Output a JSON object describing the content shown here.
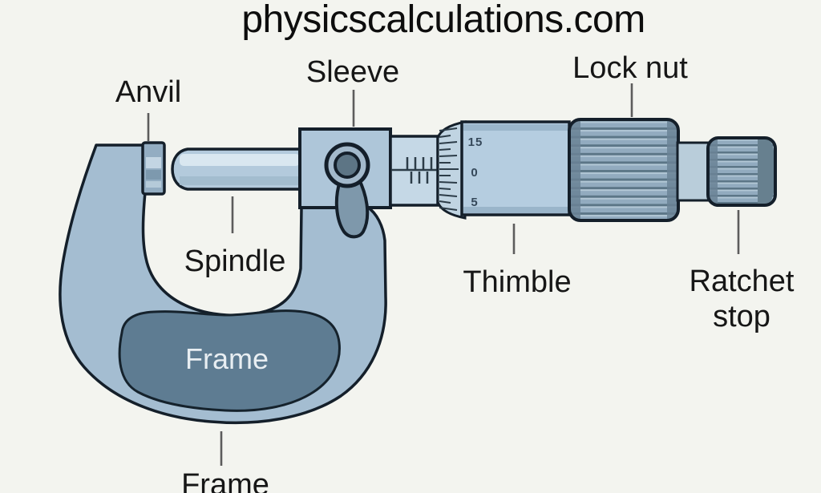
{
  "title": "physicscalculations.com",
  "diagram": {
    "subject": "micrometer screw gauge parts",
    "labels": {
      "anvil": "Anvil",
      "sleeve": "Sleeve",
      "lock_nut": "Lock nut",
      "spindle": "Spindle",
      "thimble": "Thimble",
      "ratchet_line1": "Ratchet",
      "ratchet_line2": "stop",
      "frame_inner": "Frame",
      "frame_bottom": "Frame"
    },
    "thimble_scale": {
      "numbers": [
        "15",
        "0",
        "5"
      ]
    },
    "colors": {
      "background": "#f3f4ef",
      "outline": "#141f2a",
      "frame_body": "#a4bdd1",
      "frame_plate": "#5e7c92",
      "spindle": "#b3cadc",
      "thimble": "#b5cde0",
      "knurl": "#92abbf",
      "leader_line": "#5c5c5c",
      "label_text": "#161616",
      "frame_label_text": "#e8eef2"
    }
  }
}
